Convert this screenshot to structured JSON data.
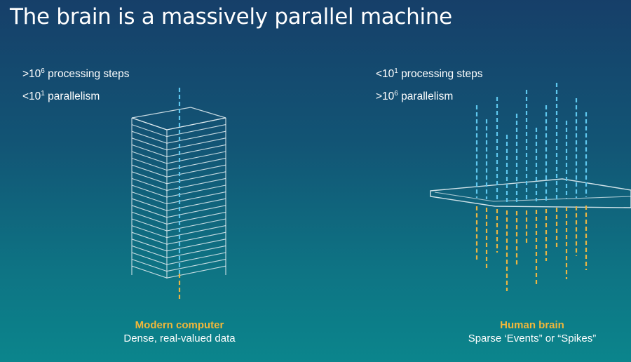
{
  "title": "The brain is a massively parallel machine",
  "colors": {
    "accent": "#f0b73a",
    "blue_line": "#5ec7ee",
    "yellow_line": "#e8b543",
    "wire": "#e6f1f5"
  },
  "computer": {
    "steps": {
      "prefix": ">10",
      "exp": "6",
      "suffix": " processing steps"
    },
    "parallel": {
      "prefix": "<10",
      "exp": "1",
      "suffix": " parallelism"
    },
    "label": "Modern computer",
    "description": "Dense, real-valued data"
  },
  "brain": {
    "steps": {
      "prefix": "<10",
      "exp": "1",
      "suffix": " processing steps"
    },
    "parallel": {
      "prefix": ">10",
      "exp": "6",
      "suffix": " parallelism"
    },
    "label": "Human brain",
    "description": "Sparse ‘Events” or “Spikes”"
  }
}
